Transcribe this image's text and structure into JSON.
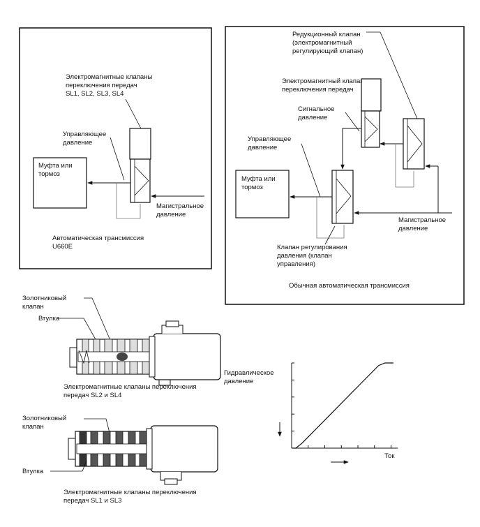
{
  "left_panel": {
    "solenoid_label": [
      "Электромагнитные клапаны",
      "переключения передач",
      "SL1, SL2, SL3, SL4"
    ],
    "control_pressure_label": [
      "Управляющее",
      "давление"
    ],
    "clutch_label": [
      "Муфта или",
      "тормоз"
    ],
    "line_pressure_label": [
      "Магистральное",
      "давление"
    ],
    "caption": [
      "Автоматическая трансмиссия",
      "U660E"
    ]
  },
  "right_panel": {
    "reducing_valve_label": [
      "Редукционный клапан",
      "(электромагнитный",
      "регулирующий клапан)"
    ],
    "shift_solenoid_label": [
      "Электромагнитный клапан",
      "переключения передач"
    ],
    "signal_pressure_label": [
      "Сигнальное",
      "давление"
    ],
    "control_pressure_label": [
      "Управляющее",
      "давление"
    ],
    "clutch_label": [
      "Муфта или",
      "тормоз"
    ],
    "line_pressure_label": [
      "Магистральное",
      "давление"
    ],
    "pressure_valve_label": [
      "Клапан регулирования",
      "давления (клапан",
      "управления)"
    ],
    "caption": "Обычная автоматическая трансмиссия"
  },
  "valve_sl2_sl4": {
    "spool_label": [
      "Золотниковый",
      "клапан"
    ],
    "sleeve_label": "Втулка",
    "caption": [
      "Электромагнитные клапаны переключения",
      "передач SL2 и SL4"
    ]
  },
  "valve_sl1_sl3": {
    "spool_label": [
      "Золотниковый",
      "клапан"
    ],
    "sleeve_label": "Втулка",
    "caption": [
      "Электромагнитные клапаны переключения",
      "передач SL1 и SL3"
    ]
  },
  "chart_data": {
    "type": "line",
    "title": "",
    "ylabel": [
      "Гидравлическое",
      "давление"
    ],
    "xlabel": "Ток",
    "grid": false,
    "series": [
      {
        "x": [
          0,
          0.04,
          0.1,
          0.82,
          0.88,
          0.96
        ],
        "y": [
          0,
          0,
          0.06,
          0.97,
          1.0,
          1.0
        ]
      }
    ]
  }
}
